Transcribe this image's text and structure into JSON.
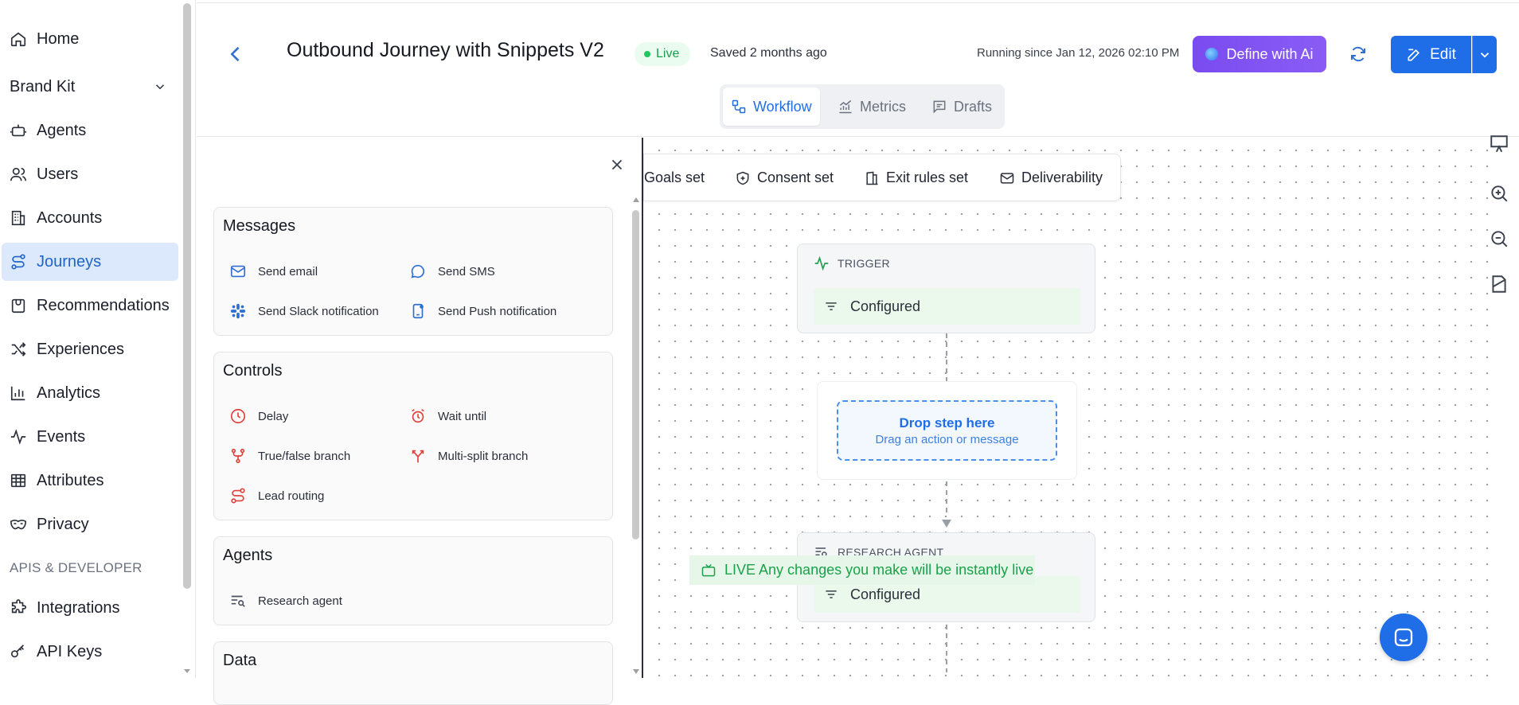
{
  "sidebar": {
    "items": [
      {
        "label": "Home",
        "icon": "home-icon"
      },
      {
        "label": "Brand Kit",
        "icon": "chevron-down-icon"
      },
      {
        "label": "Agents",
        "icon": "bot-icon"
      },
      {
        "label": "Users",
        "icon": "users-icon"
      },
      {
        "label": "Accounts",
        "icon": "building-icon"
      },
      {
        "label": "Journeys",
        "icon": "route-icon",
        "active": true
      },
      {
        "label": "Recommendations",
        "icon": "gift-icon"
      },
      {
        "label": "Experiences",
        "icon": "shuffle-icon"
      },
      {
        "label": "Analytics",
        "icon": "bar-chart-icon"
      },
      {
        "label": "Events",
        "icon": "activity-icon"
      },
      {
        "label": "Attributes",
        "icon": "table-icon"
      },
      {
        "label": "Privacy",
        "icon": "mask-icon"
      }
    ],
    "section_label": "APIS & DEVELOPER",
    "dev_items": [
      {
        "label": "Integrations",
        "icon": "puzzle-icon"
      },
      {
        "label": "API Keys",
        "icon": "key-icon"
      }
    ]
  },
  "header": {
    "title": "Outbound Journey with Snippets V2",
    "status": "Live",
    "saved": "Saved 2 months ago",
    "running": "Running since Jan 12, 2026 02:10 PM",
    "define_ai_label": "Define with Ai",
    "edit_label": "Edit",
    "tabs": [
      {
        "label": "Workflow",
        "active": true
      },
      {
        "label": "Metrics"
      },
      {
        "label": "Drafts"
      }
    ]
  },
  "palette": {
    "messages": {
      "title": "Messages",
      "items": [
        "Send email",
        "Send SMS",
        "Send Slack notification",
        "Send Push notification"
      ]
    },
    "controls": {
      "title": "Controls",
      "items": [
        "Delay",
        "Wait until",
        "True/false branch",
        "Multi-split branch",
        "Lead routing"
      ]
    },
    "agents": {
      "title": "Agents",
      "items": [
        "Research agent"
      ]
    },
    "data": {
      "title": "Data"
    }
  },
  "canvas": {
    "settings_bar": [
      "Goals set",
      "Consent set",
      "Exit rules set",
      "Deliverability"
    ],
    "trigger": {
      "head": "TRIGGER",
      "body": "Configured"
    },
    "drop": {
      "title": "Drop step here",
      "subtitle": "Drag an action or message"
    },
    "research": {
      "head": "RESEARCH AGENT",
      "body": "Configured"
    },
    "live_banner": "LIVE Any changes you make will be instantly live"
  },
  "colors": {
    "accent": "#1f6ee8",
    "active_nav_bg": "#dce8fb",
    "live_green": "#19a24a",
    "ai_purple": "#7a4cf0"
  }
}
